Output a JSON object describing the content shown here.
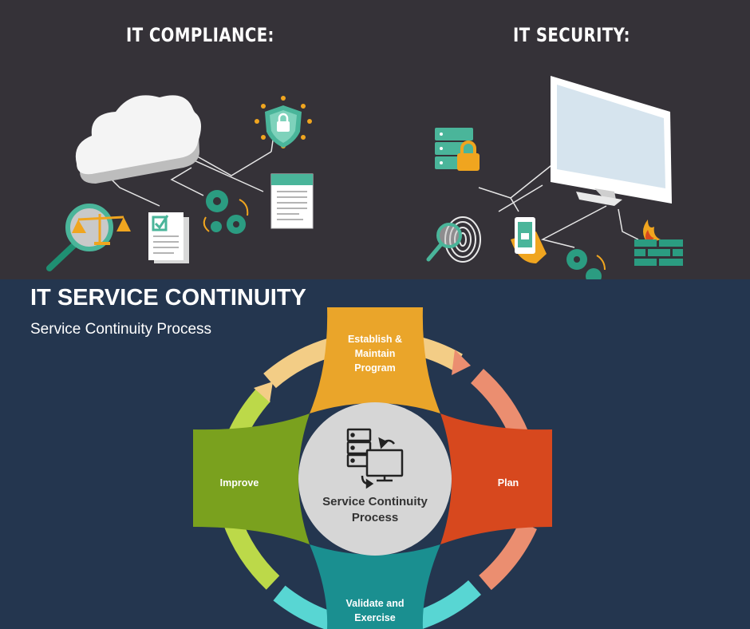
{
  "compliance": {
    "title": "IT COMPLIANCE:",
    "icons": [
      "cloud-icon",
      "shield-lock-icon",
      "certificate-document-icon",
      "gears-icon",
      "checklist-document-icon",
      "magnifier-scales-icon"
    ]
  },
  "security": {
    "title": "IT SECURITY:",
    "icons": [
      "monitor-icon",
      "server-lock-icon",
      "fingerprint-magnifier-icon",
      "phone-lock-icon",
      "firewall-icon",
      "gears-icon"
    ]
  },
  "continuity": {
    "title": "IT SERVICE CONTINUITY",
    "subtitle": "Service Continuity Process",
    "center_lines": [
      "Service Continuity",
      "Process"
    ],
    "top_lines": [
      "Establish &",
      "Maintain",
      "Program"
    ],
    "right_label": "Plan",
    "bottom_lines": [
      "Validate and",
      "Exercise"
    ],
    "left_label": "Improve",
    "colors": {
      "top": "#eaa52a",
      "right": "#d7481e",
      "bottom": "#1a8f90",
      "left": "#7aa11e",
      "arrow_top": "#f3cd86",
      "arrow_right": "#eb8e70",
      "arrow_bottom": "#58d6d3",
      "arrow_left": "#bcd949",
      "center": "#d6d6d6"
    }
  }
}
